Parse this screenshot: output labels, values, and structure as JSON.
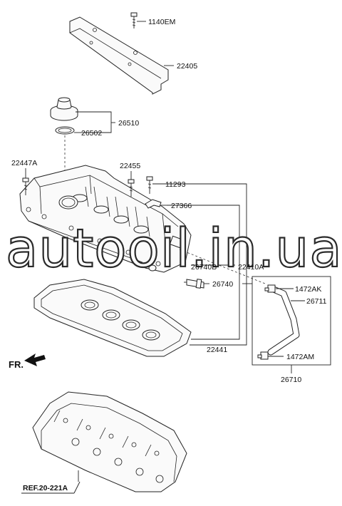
{
  "diagram": {
    "labels": {
      "l_1140EM": "1140EM",
      "l_22405": "22405",
      "l_26510": "26510",
      "l_26502": "26502",
      "l_22447A": "22447A",
      "l_22455": "22455",
      "l_11293": "11293",
      "l_27366": "27366",
      "l_26740B": "26740B",
      "l_22410A": "22410A",
      "l_26740": "26740",
      "l_1472AK": "1472AK",
      "l_26711": "26711",
      "l_22441": "22441",
      "l_1472AM": "1472AM",
      "l_26710": "26710"
    },
    "front_marker": "FR.",
    "reference": "REF.20-221A"
  },
  "watermark": "autooil.in.ua"
}
